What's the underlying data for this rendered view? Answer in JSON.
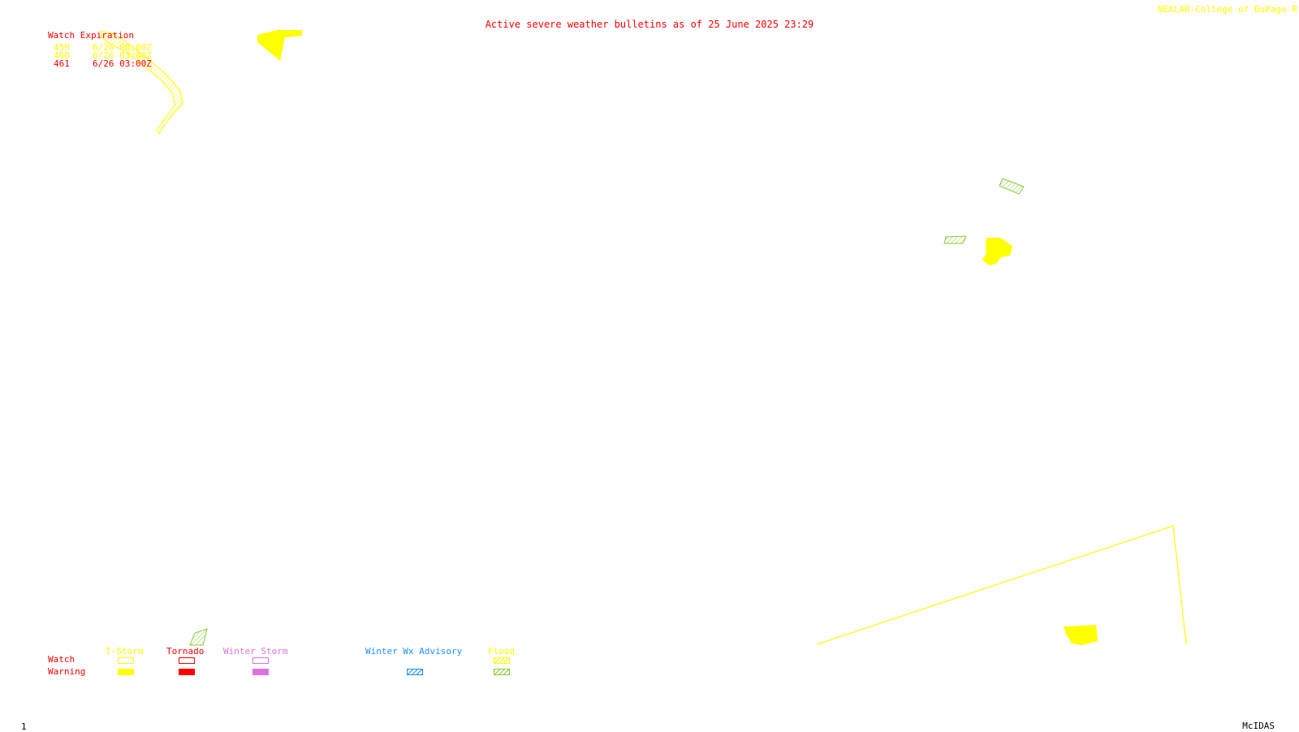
{
  "header": {
    "title": "Active severe weather bulletins as of 25 June 2025 23:29",
    "credit": "NEXLAB-College of DuPage R"
  },
  "watch_expiration": {
    "heading": "Watch Expiration",
    "rows": [
      {
        "id": "459",
        "time": "6/26 00:00Z",
        "color": "#ffff00"
      },
      {
        "id": "460",
        "time": "6/26 03:00Z",
        "color": "#ffff00"
      },
      {
        "id": "461",
        "time": "6/26 03:00Z",
        "color": "#ff0000"
      }
    ]
  },
  "legend": {
    "row_labels": {
      "watch": "Watch",
      "warning": "Warning"
    },
    "columns": [
      {
        "label": "T-Storm",
        "color": "#ffff00"
      },
      {
        "label": "Tornado",
        "color": "#ff0000"
      },
      {
        "label": "Winter Storm",
        "color": "#e070e0"
      },
      {
        "label": "Winter Wx Advisory",
        "color": "#1e90ff"
      },
      {
        "label": "Flood",
        "color": "#88cc33"
      }
    ]
  },
  "footer": {
    "frame_number": "1",
    "software": "McIDAS"
  },
  "colors": {
    "thunderstorm": "#ffff00",
    "tornado": "#ff0000",
    "winter_storm": "#e070e0",
    "winter_advisory": "#1e90ff",
    "flood": "#88cc33",
    "background": "#ffffff"
  }
}
